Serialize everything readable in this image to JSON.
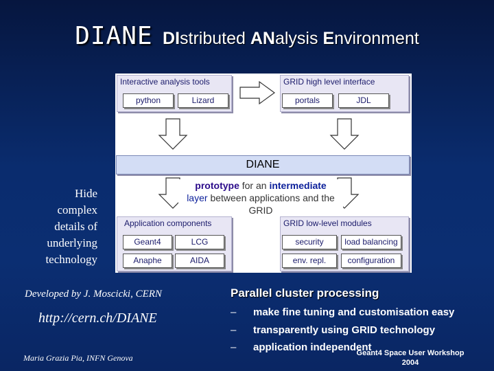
{
  "title": {
    "logo": "DIANE",
    "sub_parts": [
      {
        "bold": "DI",
        "rest": "stributed "
      },
      {
        "bold": "AN",
        "rest": "alysis "
      },
      {
        "bold": "E",
        "rest": "nvironment"
      }
    ]
  },
  "diagram": {
    "top_left": {
      "label": "Interactive analysis tools",
      "items": [
        "python",
        "Lizard"
      ]
    },
    "top_right": {
      "label": "GRID high level interface",
      "items": [
        "portals",
        "JDL"
      ]
    },
    "center": "DIANE",
    "prototype": {
      "w1": "prototype",
      "w2": "for an",
      "w3": "intermediate",
      "w4": "layer",
      "w5": "between applications and the GRID"
    },
    "bottom_left": {
      "label": "Application components",
      "items": [
        "Geant4",
        "LCG",
        "Anaphe",
        "AIDA"
      ]
    },
    "bottom_right": {
      "label": "GRID low-level modules",
      "items": [
        "security",
        "load balancing",
        "env. repl.",
        "configuration"
      ]
    }
  },
  "left_text": {
    "hide": [
      "Hide",
      "complex",
      "details of",
      "underlying",
      "technology"
    ],
    "developed": "Developed by J. Moscicki, CERN",
    "url": "http://cern.ch/DIANE",
    "author": "Maria Grazia Pia, INFN Genova"
  },
  "right_text": {
    "heading": "Parallel cluster processing",
    "bullets": [
      "make fine tuning and customisation easy",
      "transparently using GRID technology",
      "application independent"
    ],
    "dash": "–",
    "footer": [
      "Geant4 Space User Workshop",
      "2004"
    ]
  },
  "colors": {
    "background": "#0a2c6e",
    "panel": "#ffffff",
    "group_fill": "#e8e6f4",
    "diane_bar": "#d3ddf5"
  }
}
